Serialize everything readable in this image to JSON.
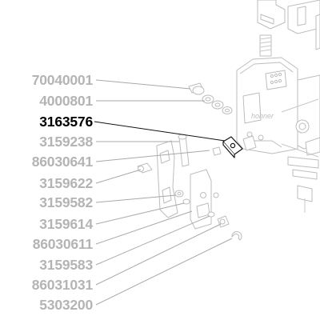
{
  "labels": [
    {
      "part": "70040001",
      "active": false
    },
    {
      "part": "4000801",
      "active": false
    },
    {
      "part": "3163576",
      "active": true
    },
    {
      "part": "3159238",
      "active": false
    },
    {
      "part": "86030641",
      "active": false
    },
    {
      "part": "3159622",
      "active": false
    },
    {
      "part": "3159582",
      "active": false
    },
    {
      "part": "3159614",
      "active": false
    },
    {
      "part": "86030611",
      "active": false
    },
    {
      "part": "3159583",
      "active": false
    },
    {
      "part": "86031031",
      "active": false
    },
    {
      "part": "5303200",
      "active": false
    }
  ],
  "housing_logo": "hohner",
  "colors": {
    "inactive": "#b4b4b4",
    "active": "#000000",
    "line": "#a8a8a8"
  }
}
